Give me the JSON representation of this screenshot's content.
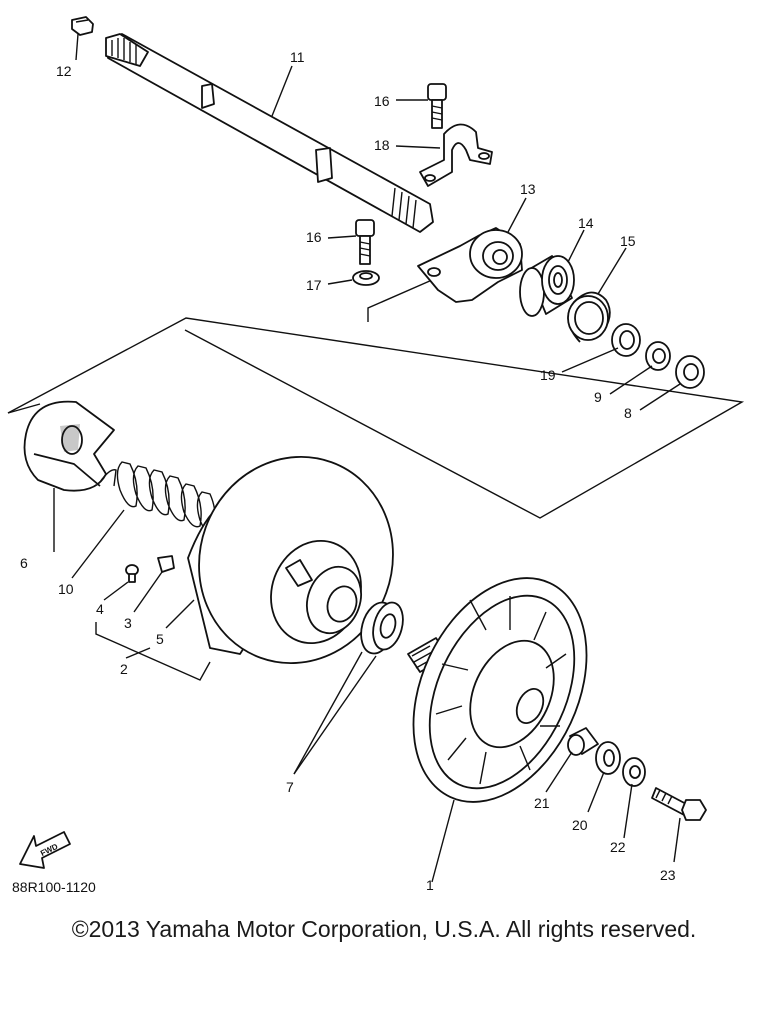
{
  "callouts": {
    "p1": "1",
    "p2": "2",
    "p3": "3",
    "p4": "4",
    "p5": "5",
    "p6": "6",
    "p7": "7",
    "p8": "8",
    "p9": "9",
    "p10": "10",
    "p11": "11",
    "p12": "12",
    "p13": "13",
    "p14": "14",
    "p15": "15",
    "p16a": "16",
    "p16b": "16",
    "p17": "17",
    "p18": "18",
    "p19": "19",
    "p20": "20",
    "p21": "21",
    "p22": "22",
    "p23": "23"
  },
  "diagram_code": "88R100-1120",
  "fwd_label": "FWD",
  "copyright": "©2013 Yamaha Motor Corporation, U.S.A. All rights reserved."
}
